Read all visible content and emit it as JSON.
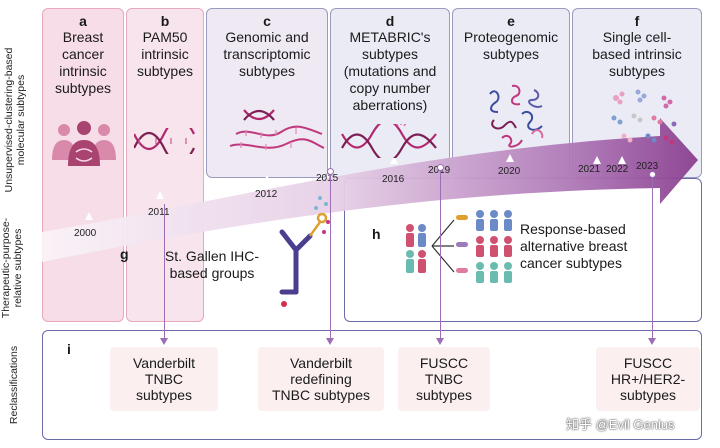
{
  "side_labels": {
    "top": "Unsupervised-clustering-based molecular subtypes",
    "middle": "Therapeutic-purpose-relative subtypes",
    "bottom": "Reclassifications"
  },
  "panels": [
    {
      "letter": "a",
      "title": "Breast\ncancer\nintrinsic\nsubtypes"
    },
    {
      "letter": "b",
      "title": "PAM50\nintrinsic\nsubtypes"
    },
    {
      "letter": "c",
      "title": "Genomic and\ntranscriptomic\nsubtypes"
    },
    {
      "letter": "d",
      "title": "METABRIC's\nsubtypes\n(mutations and\ncopy number\naberrations)"
    },
    {
      "letter": "e",
      "title": "Proteogenomic\nsubtypes"
    },
    {
      "letter": "f",
      "title": "Single cell-\nbased intrinsic\nsubtypes"
    }
  ],
  "years": [
    "2000",
    "2011",
    "2012",
    "2015",
    "2016",
    "2019",
    "2020",
    "2021",
    "2022",
    "2023"
  ],
  "panel_g": {
    "letter": "g",
    "text": "St. Gallen IHC-\nbased  groups"
  },
  "panel_h": {
    "letter": "h",
    "text": "Response-based\nalternative breast\ncancer subtypes"
  },
  "panel_i": {
    "letter": "i"
  },
  "reclassifications": [
    "Vanderbilt\nTNBC\nsubtypes",
    "Vanderbilt\nredefining\nTNBC subtypes",
    "FUSCC\nTNBC\nsubtypes",
    "FUSCC\nHR+/HER2-\nsubtypes"
  ],
  "watermark": "知乎 @Evil Genius",
  "colors": {
    "arrow_light": "#f2e6f2",
    "arrow_dark": "#8a3f8f",
    "panel_a_bg": "#f7dde7",
    "panel_border": "#9a9ac0",
    "connector": "#9d6db5"
  }
}
